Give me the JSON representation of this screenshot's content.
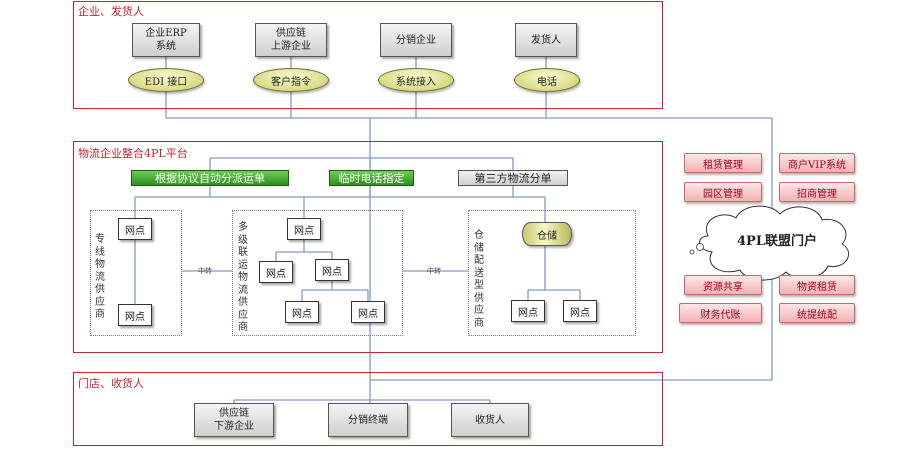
{
  "sections": {
    "top": {
      "title": "企业、发货人"
    },
    "middle": {
      "title": "物流企业整合4PL平台"
    },
    "bottom": {
      "title": "门店、收货人"
    }
  },
  "top_boxes": [
    {
      "label": "企业ERP\n系统"
    },
    {
      "label": "供应链\n上游企业"
    },
    {
      "label": "分销企业"
    },
    {
      "label": "发货人"
    }
  ],
  "top_ovals": [
    {
      "label": "EDI 接口"
    },
    {
      "label": "客户指令"
    },
    {
      "label": "系统接入"
    },
    {
      "label": "电话"
    }
  ],
  "platform_bars": [
    {
      "label": "根据协议自动分派运单"
    },
    {
      "label": "临时电话指定"
    },
    {
      "label": "第三方物流分单"
    }
  ],
  "providers": {
    "dedicated": {
      "label": "专\n线\n物\n流\n供\n应\n商"
    },
    "multilevel": {
      "label": "多\n级\n联\n运\n物\n流\n供\n应\n商"
    },
    "warehouse": {
      "label": "仓\n储\n配\n送\n型\n供\n应\n商"
    }
  },
  "transfer_label": "中转",
  "node_label": "网点",
  "warehouse_label": "仓储",
  "portal": {
    "label": "4PL联盟门户"
  },
  "services": [
    {
      "label": "租赁管理"
    },
    {
      "label": "商户VIP系统"
    },
    {
      "label": "园区管理"
    },
    {
      "label": "招商管理"
    },
    {
      "label": "资源共享"
    },
    {
      "label": "物资租赁"
    },
    {
      "label": "财务代账"
    },
    {
      "label": "统提统配"
    }
  ],
  "bottom_boxes": [
    {
      "label": "供应链\n下游企业"
    },
    {
      "label": "分销终端"
    },
    {
      "label": "收货人"
    }
  ],
  "colors": {
    "section_border": "#c0272d",
    "connector": "#7f9cc7",
    "green_bar": "#3fa52b",
    "service_text": "#a8001c"
  }
}
